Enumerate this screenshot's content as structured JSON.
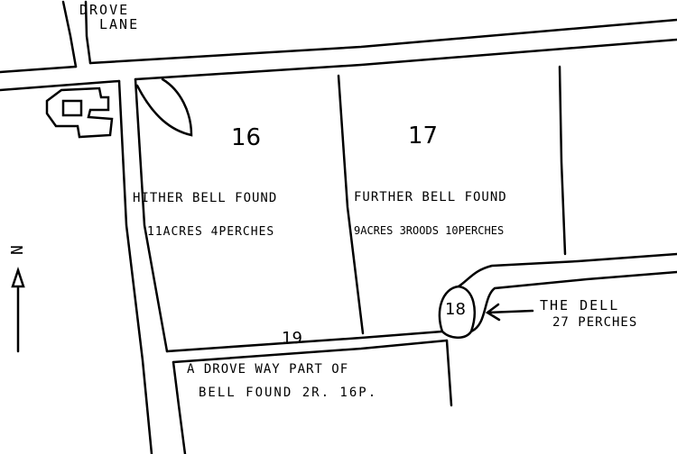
{
  "roads": {
    "drove_lane_line1": "Drove",
    "drove_lane_line2": "Lane"
  },
  "fields": [
    {
      "number": "16",
      "name": "Hither Bell Found",
      "area": "11acres 4perches"
    },
    {
      "number": "17",
      "name": "Further Bell Found",
      "area": "9acres 3roods 10perches"
    },
    {
      "number": "18",
      "name": "The Dell",
      "area": "27 perches"
    },
    {
      "number": "19",
      "name_line1": "A drove way part of",
      "name_line2": "Bell Found 2R. 16P."
    }
  ],
  "compass": {
    "label": "N"
  }
}
